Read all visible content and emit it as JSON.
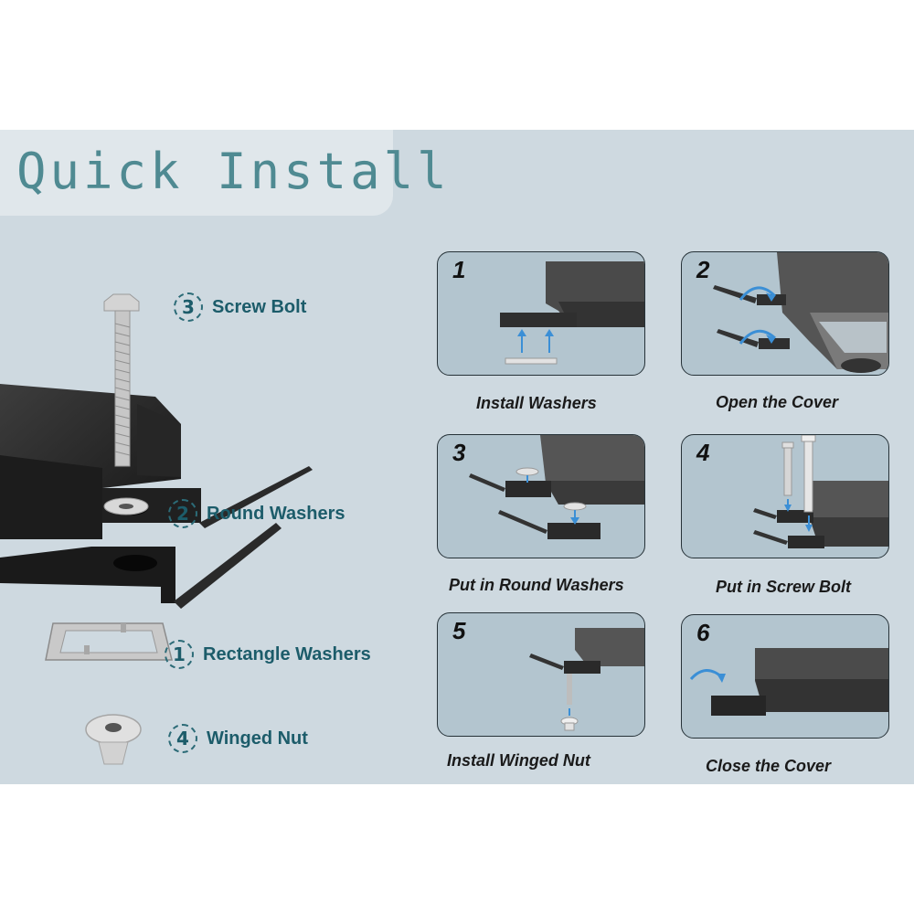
{
  "title": "Quick Install",
  "parts": [
    {
      "number": "3",
      "label": "Screw Bolt",
      "icon": "screw-bolt-icon"
    },
    {
      "number": "2",
      "label": "Round Washers",
      "icon": "round-washer-icon"
    },
    {
      "number": "1",
      "label": "Rectangle Washers",
      "icon": "rectangle-washer-icon"
    },
    {
      "number": "4",
      "label": "Winged Nut",
      "icon": "winged-nut-icon"
    }
  ],
  "steps": [
    {
      "number": "1",
      "caption": "Install Washers"
    },
    {
      "number": "2",
      "caption": "Open the Cover"
    },
    {
      "number": "3",
      "caption": "Put in Round Washers"
    },
    {
      "number": "4",
      "caption": "Put in Screw Bolt"
    },
    {
      "number": "5",
      "caption": "Install Winged Nut"
    },
    {
      "number": "6",
      "caption": "Close the Cover"
    }
  ],
  "colors": {
    "panel_background": "#ced9e0",
    "title_background": "#e0e7eb",
    "title_text": "#4f8a92",
    "part_label_text": "#1c5c6a",
    "step_box_fill": "#b3c5cf",
    "arrow": "#3b8fd6",
    "hinge": "#2b2b2b"
  }
}
